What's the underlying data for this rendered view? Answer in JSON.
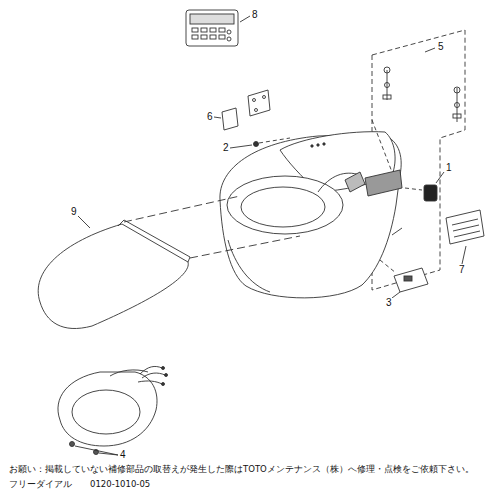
{
  "diagram": {
    "labels": [
      "8",
      "5",
      "6",
      "2",
      "1",
      "9",
      "7",
      "3",
      "4",
      "お願い：掲載していない補修部品の取替えが発生した際はTOTOメンテナンス（株）へ修理・点検をご依頼下さい。",
      "フリーダイアル　　0120-1010-05"
    ]
  }
}
